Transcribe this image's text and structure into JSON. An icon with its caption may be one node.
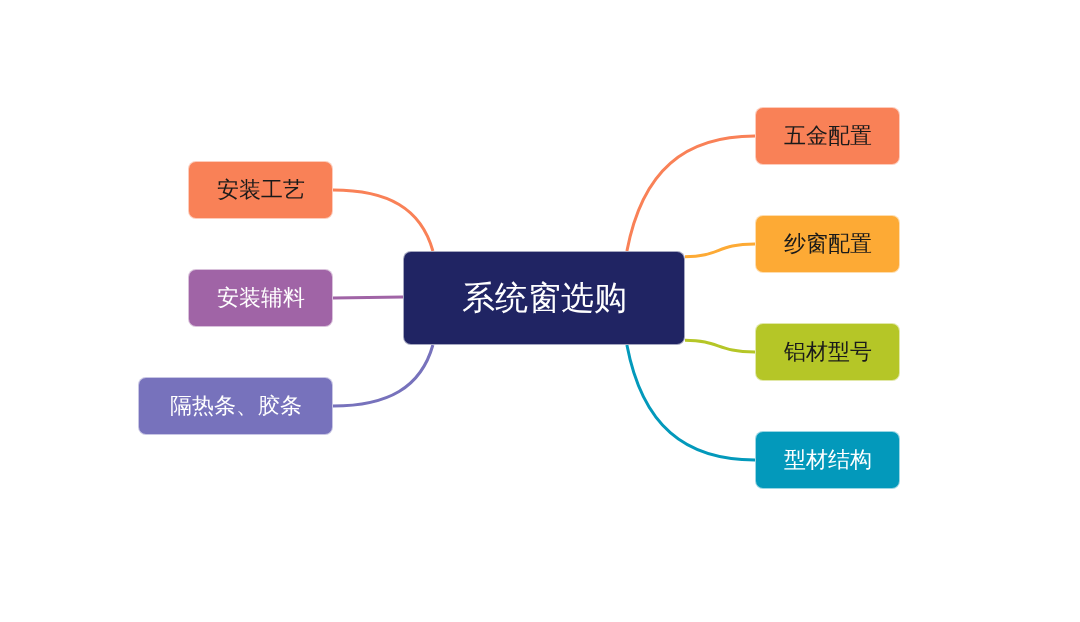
{
  "diagram": {
    "nodes": [
      {
        "text": [
          "系统窗选购"
        ]
      },
      {
        "text": [
          "五金配置"
        ]
      },
      {
        "text": [
          "纱窗配置"
        ]
      },
      {
        "text": [
          "铝材型号"
        ]
      },
      {
        "text": [
          "型材结构"
        ]
      },
      {
        "text": [
          "安装工艺"
        ]
      },
      {
        "text": [
          "安装辅料"
        ]
      },
      {
        "text": [
          "隔热条、胶条"
        ]
      }
    ],
    "edges": [
      {
        "from": 0,
        "to": 1,
        "arrow": "none",
        "color": "#f98157"
      },
      {
        "from": 0,
        "to": 2,
        "arrow": "none",
        "color": "#fdaa35"
      },
      {
        "from": 0,
        "to": 3,
        "arrow": "none",
        "color": "#b5c627"
      },
      {
        "from": 0,
        "to": 4,
        "arrow": "none",
        "color": "#0399bb"
      },
      {
        "from": 0,
        "to": 5,
        "arrow": "none",
        "color": "#f98157"
      },
      {
        "from": 0,
        "to": 6,
        "arrow": "none",
        "color": "#a064a6"
      },
      {
        "from": 0,
        "to": 7,
        "arrow": "none",
        "color": "#7772bc"
      }
    ]
  }
}
